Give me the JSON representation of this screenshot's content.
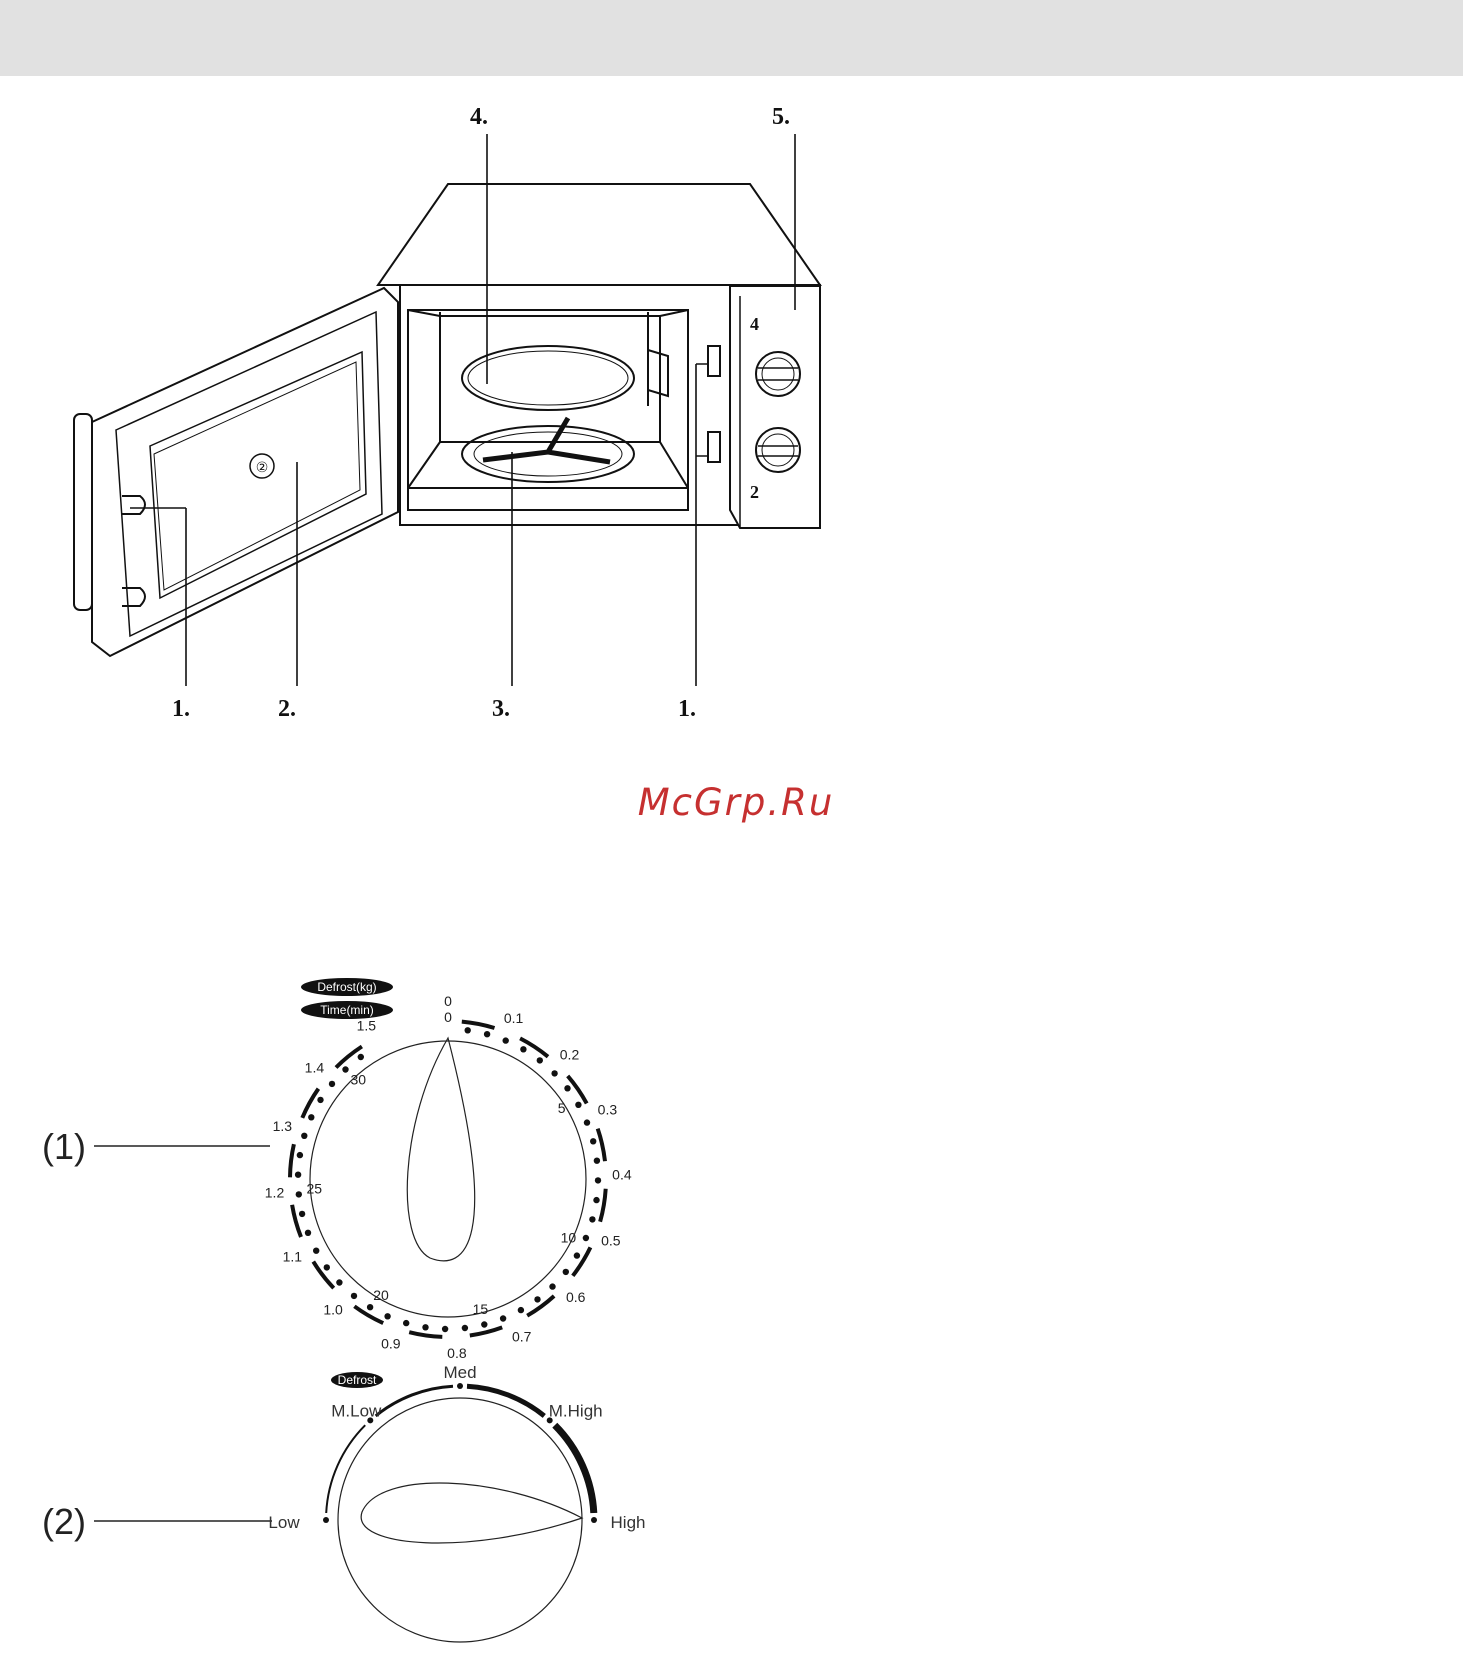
{
  "diagram": {
    "callouts": {
      "door_latch_left": "1.",
      "door_window": "2.",
      "turntable_roller": "3.",
      "glass_tray": "4.",
      "control_panel": "5.",
      "safety_interlock_right": "1."
    },
    "door_mark": "②",
    "panel_marks": {
      "upper": "4",
      "lower": "2"
    }
  },
  "watermark": "McGrp.Ru",
  "timer_dial": {
    "side_label": "(1)",
    "pill_defrost": "Defrost(kg)",
    "pill_time": "Time(min)",
    "outer_labels": [
      "0",
      "0.1",
      "0.2",
      "0.3",
      "0.4",
      "0.5",
      "0.6",
      "0.7",
      "0.8",
      "0.9",
      "1.0",
      "1.1",
      "1.2",
      "1.3",
      "1.4",
      "1.5"
    ],
    "inner_labels": [
      "0",
      "5",
      "10",
      "15",
      "20",
      "25",
      "30"
    ]
  },
  "power_dial": {
    "side_label": "(2)",
    "pill_defrost": "Defrost",
    "levels": [
      "Low",
      "M.Low",
      "Med",
      "M.High",
      "High"
    ]
  }
}
